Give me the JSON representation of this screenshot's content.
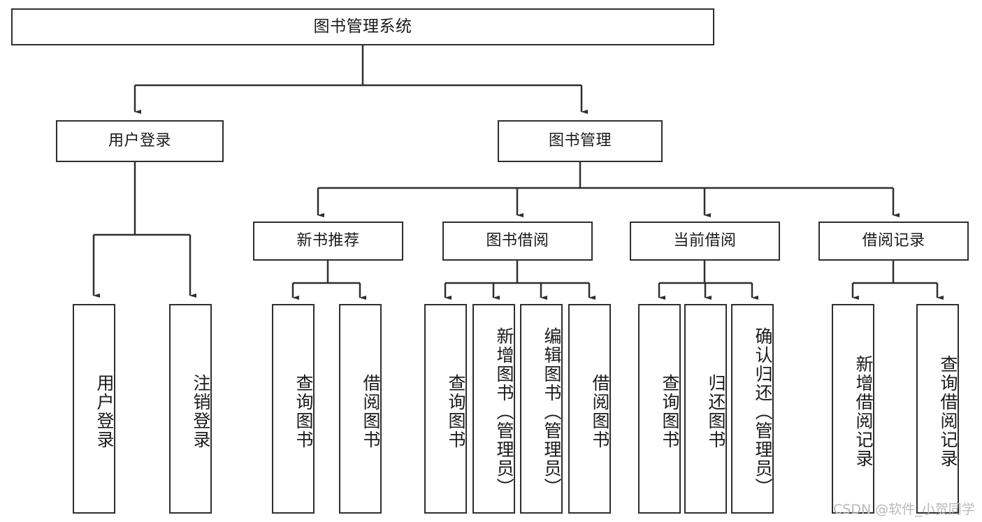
{
  "diagram": {
    "title": "图书管理系统",
    "type": "功能结构图",
    "root": {
      "label": "图书管理系统"
    },
    "level2": [
      {
        "label": "用户登录"
      },
      {
        "label": "图书管理"
      }
    ],
    "level3": [
      {
        "label": "新书推荐"
      },
      {
        "label": "图书借阅"
      },
      {
        "label": "当前借阅"
      },
      {
        "label": "借阅记录"
      }
    ],
    "leaves": {
      "user_login": [
        {
          "label": "用户登录"
        },
        {
          "label": "注销登录"
        }
      ],
      "new_book_recommend": [
        {
          "label": "查询图书"
        },
        {
          "label": "借阅图书"
        }
      ],
      "book_borrow": [
        {
          "label": "查询图书"
        },
        {
          "label": "新增图书（管理员）"
        },
        {
          "label": "编辑图书（管理员）"
        },
        {
          "label": "借阅图书"
        }
      ],
      "current_borrow": [
        {
          "label": "查询图书"
        },
        {
          "label": "归还图书"
        },
        {
          "label": "确认归还（管理员）"
        }
      ],
      "borrow_record": [
        {
          "label": "新增借阅记录"
        },
        {
          "label": "查询借阅记录"
        }
      ]
    }
  },
  "watermark": {
    "text": "CSDN @软件_小贺同学"
  },
  "colors": {
    "stroke": "#2f2f2f",
    "box_fill": "#ffffff",
    "text": "#1a1a1a",
    "watermark": "#b9b9b9",
    "background": "#ffffff"
  }
}
